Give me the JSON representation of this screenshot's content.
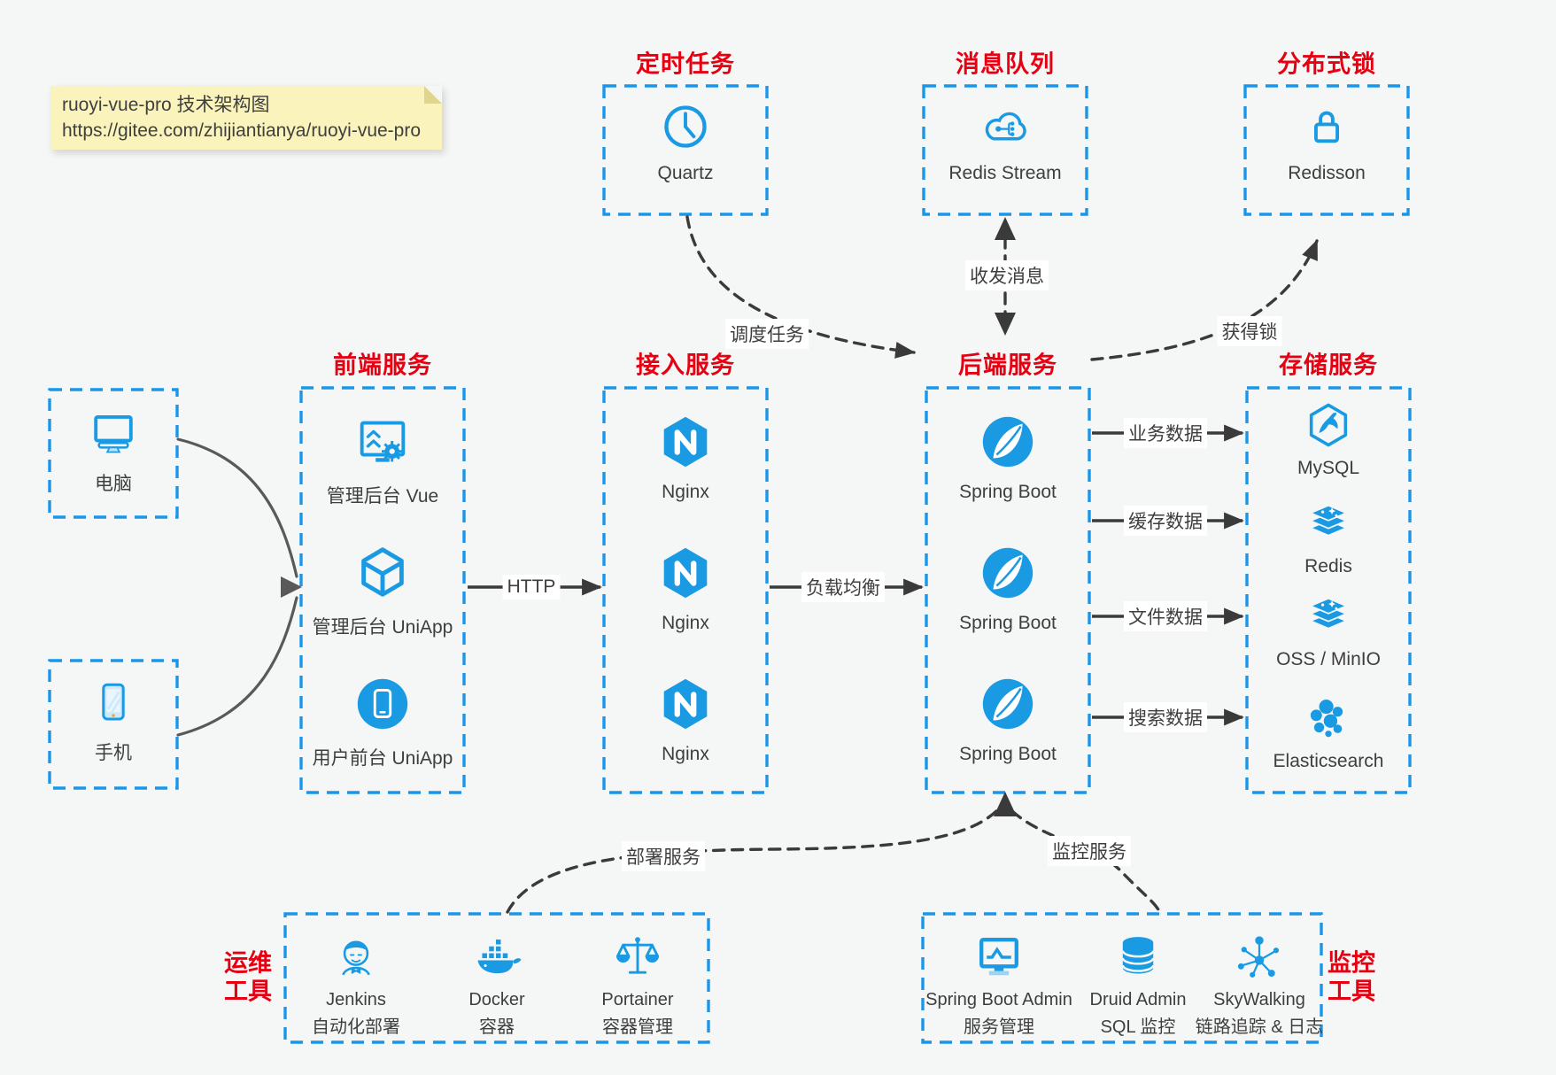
{
  "note": {
    "title": "ruoyi-vue-pro 技术架构图",
    "url": "https://gitee.com/zhijiantianya/ruoyi-vue-pro"
  },
  "top_services": [
    {
      "title": "定时任务",
      "item": {
        "label": "Quartz",
        "icon": "clock-icon"
      }
    },
    {
      "title": "消息队列",
      "item": {
        "label": "Redis Stream",
        "icon": "cloud-mq-icon"
      }
    },
    {
      "title": "分布式锁",
      "item": {
        "label": "Redisson",
        "icon": "lock-icon"
      }
    }
  ],
  "clients": [
    {
      "label": "电脑",
      "icon": "desktop-icon"
    },
    {
      "label": "手机",
      "icon": "smartphone-icon"
    }
  ],
  "columns": [
    {
      "title": "前端服务",
      "items": [
        {
          "label": "管理后台 Vue",
          "icon": "admin-vue-icon"
        },
        {
          "label": "管理后台 UniApp",
          "icon": "uniapp-cube-icon"
        },
        {
          "label": "用户前台 UniApp",
          "icon": "uniapp-user-icon"
        }
      ]
    },
    {
      "title": "接入服务",
      "items": [
        {
          "label": "Nginx",
          "icon": "nginx-icon"
        },
        {
          "label": "Nginx",
          "icon": "nginx-icon"
        },
        {
          "label": "Nginx",
          "icon": "nginx-icon"
        }
      ]
    },
    {
      "title": "后端服务",
      "items": [
        {
          "label": "Spring Boot",
          "icon": "spring-boot-icon"
        },
        {
          "label": "Spring Boot",
          "icon": "spring-boot-icon"
        },
        {
          "label": "Spring Boot",
          "icon": "spring-boot-icon"
        }
      ]
    },
    {
      "title": "存储服务",
      "items": [
        {
          "label": "MySQL",
          "icon": "mysql-icon"
        },
        {
          "label": "Redis",
          "icon": "redis-icon"
        },
        {
          "label": "OSS / MinIO",
          "icon": "oss-minio-icon"
        },
        {
          "label": "Elasticsearch",
          "icon": "elasticsearch-icon"
        }
      ]
    }
  ],
  "bottom_panels": [
    {
      "title": "运维工具",
      "items": [
        {
          "name": "Jenkins",
          "desc": "自动化部署",
          "icon": "jenkins-icon"
        },
        {
          "name": "Docker",
          "desc": "容器",
          "icon": "docker-icon"
        },
        {
          "name": "Portainer",
          "desc": "容器管理",
          "icon": "portainer-icon"
        }
      ]
    },
    {
      "title": "监控工具",
      "items": [
        {
          "name": "Spring Boot Admin",
          "desc": "服务管理",
          "icon": "spring-boot-admin-icon"
        },
        {
          "name": "Druid Admin",
          "desc": "SQL 监控",
          "icon": "druid-icon"
        },
        {
          "name": "SkyWalking",
          "desc": "链路追踪 & 日志",
          "icon": "skywalking-icon"
        }
      ]
    }
  ],
  "edges": {
    "http": "HTTP",
    "load_balance": "负载均衡",
    "business_data": "业务数据",
    "cache_data": "缓存数据",
    "file_data": "文件数据",
    "search_data": "搜索数据",
    "schedule_task": "调度任务",
    "send_receive_message": "收发消息",
    "acquire_lock": "获得锁",
    "deploy_service": "部署服务",
    "monitor_service": "监控服务"
  },
  "colors": {
    "accent_blue": "#1A9AE3",
    "border_blue": "#1A96E8",
    "title_red": "#E60012",
    "line_dark": "#3A3A3A",
    "client_arrow_gray": "#595959",
    "note_bg": "#FAF4BC",
    "canvas_bg": "#F5F6F6"
  }
}
